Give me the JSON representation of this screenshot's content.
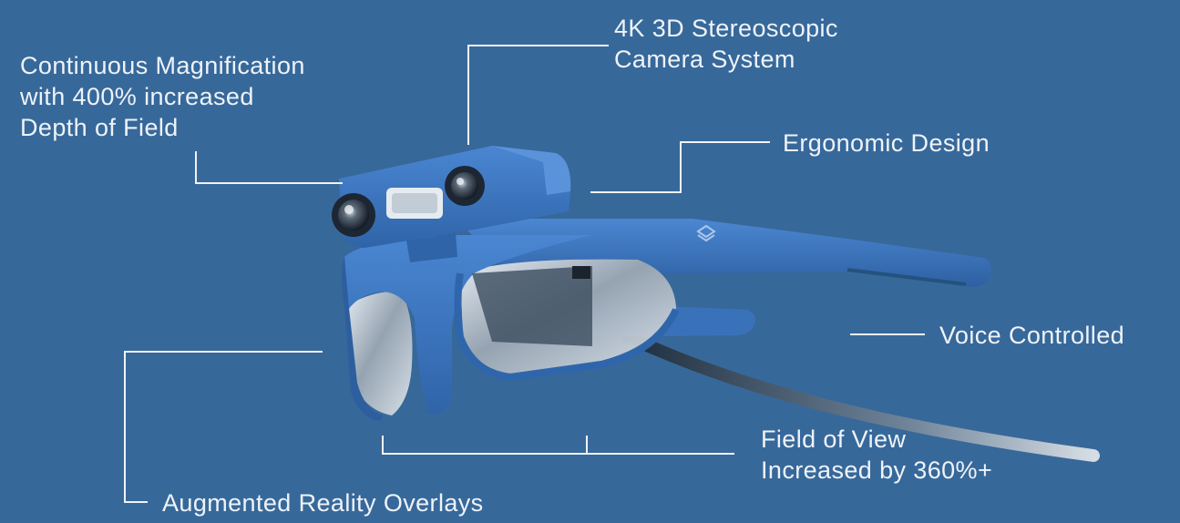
{
  "callouts": {
    "magnification": {
      "lines": [
        "Continuous Magnification",
        "with 400% increased",
        "Depth of Field"
      ]
    },
    "camera": {
      "lines": [
        "4K 3D Stereoscopic",
        "Camera System"
      ]
    },
    "ergonomic": {
      "lines": [
        "Ergonomic Design"
      ]
    },
    "voice": {
      "lines": [
        "Voice Controlled"
      ]
    },
    "fov": {
      "lines": [
        "Field of View",
        "Increased by 360%+"
      ]
    },
    "ar": {
      "lines": [
        "Augmented Reality Overlays"
      ]
    }
  },
  "product": {
    "name": "smart-headset",
    "colors": {
      "background": "#37689a",
      "body": "#3f79c4",
      "body_shadow": "#2d5f9f",
      "lens_dark": "#1d2733",
      "visor": "#c9d3dc",
      "line": "#eef3f8"
    }
  }
}
